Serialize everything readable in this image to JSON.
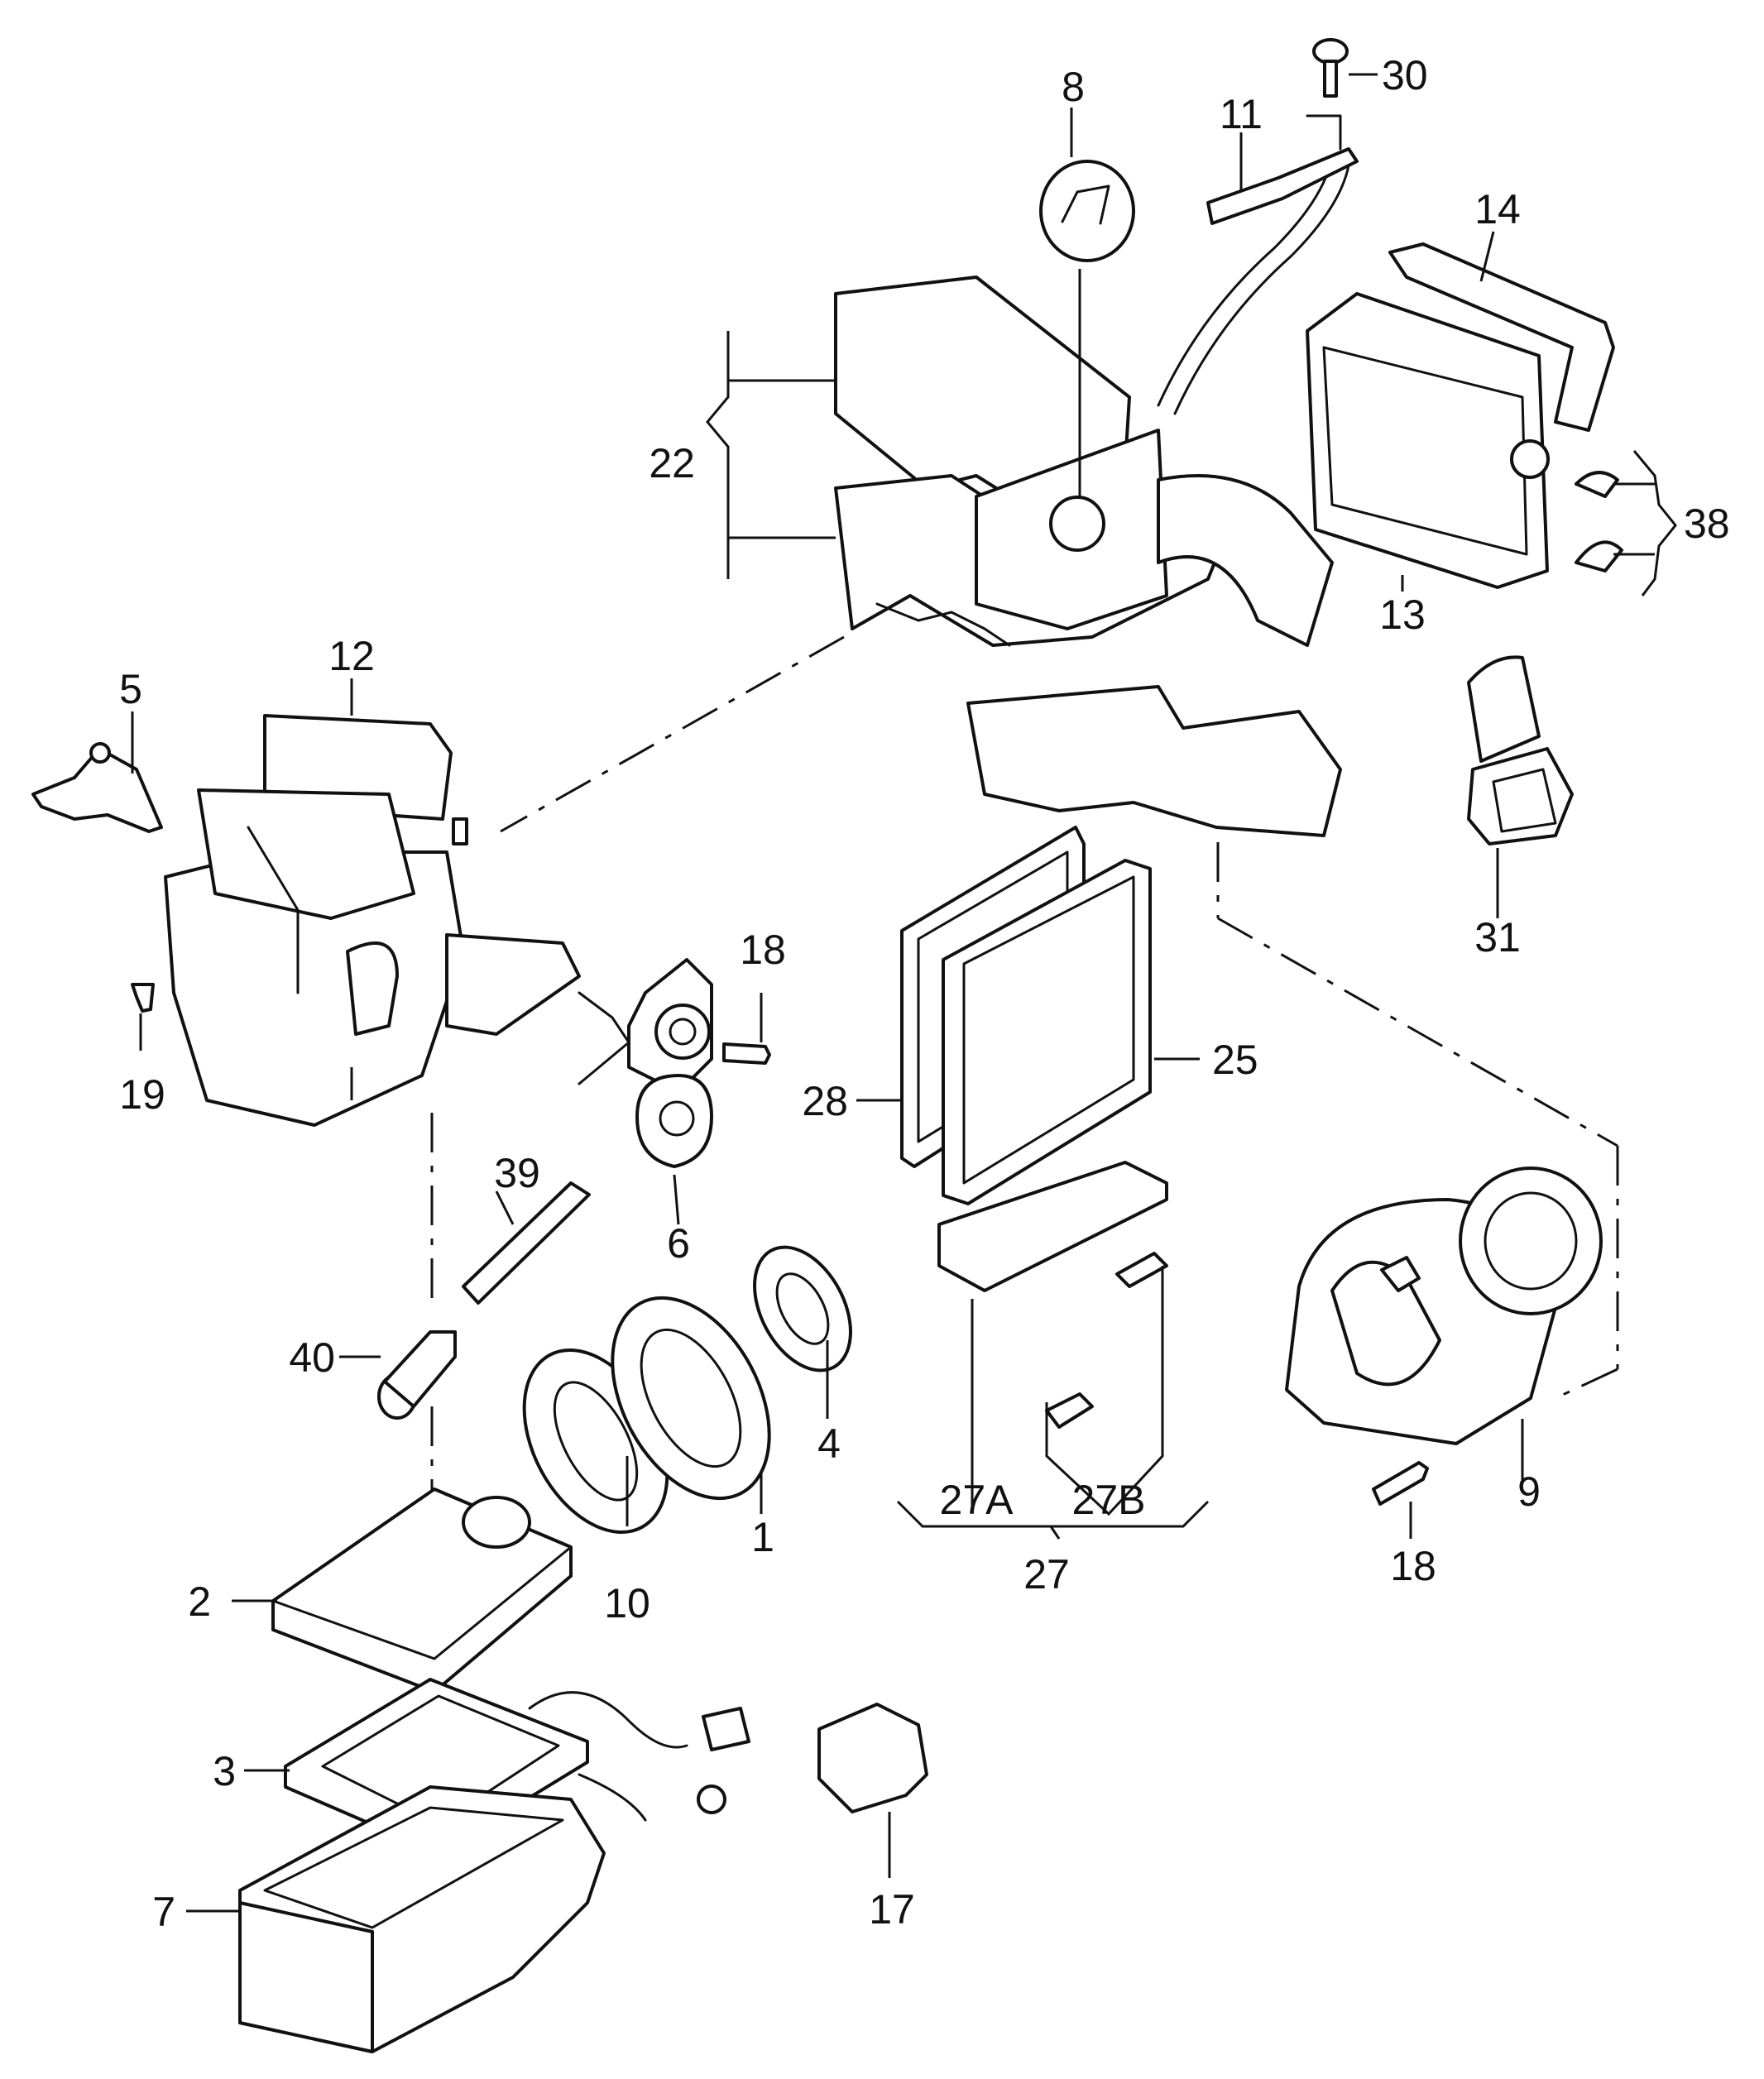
{
  "callouts": {
    "c1": "1",
    "c2": "2",
    "c3": "3",
    "c4": "4",
    "c5": "5",
    "c6": "6",
    "c7": "7",
    "c8": "8",
    "c9": "9",
    "c10": "10",
    "c11": "11",
    "c12": "12",
    "c13": "13",
    "c14": "14",
    "c17": "17",
    "c18a": "18",
    "c18b": "18",
    "c19": "19",
    "c22": "22",
    "c25": "25",
    "c27": "27",
    "c27a": "27A",
    "c27b": "27B",
    "c28": "28",
    "c30": "30",
    "c31": "31",
    "c38": "38",
    "c39": "39",
    "c40": "40"
  }
}
